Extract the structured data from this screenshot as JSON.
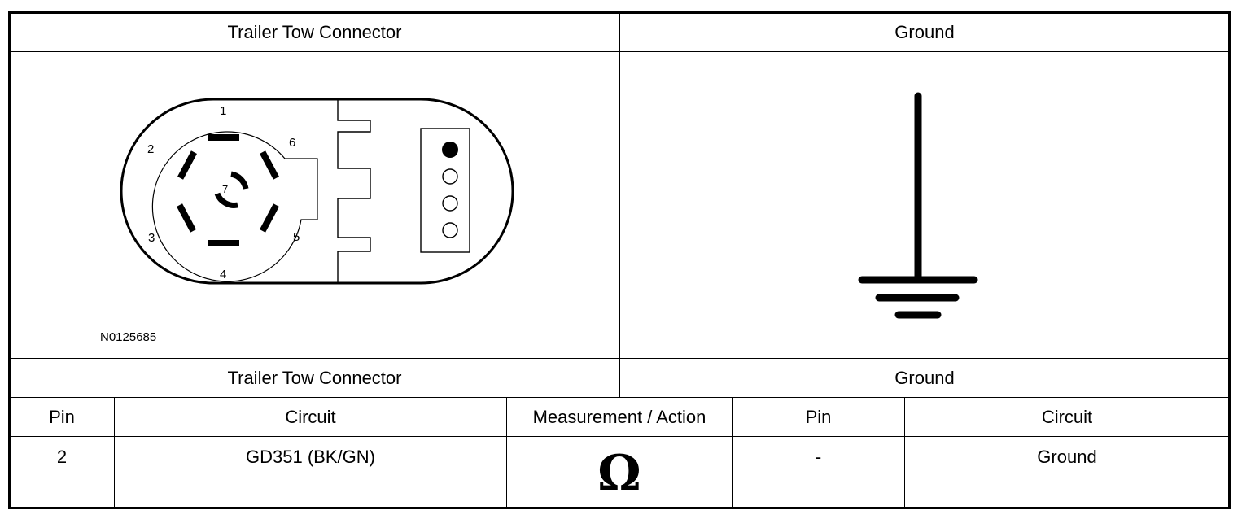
{
  "header": {
    "left_title": "Trailer Tow Connector",
    "right_title": "Ground"
  },
  "connector_diagram": {
    "pin_labels": [
      "1",
      "2",
      "3",
      "4",
      "5",
      "6",
      "7"
    ],
    "figure_id": "N0125685"
  },
  "ground_symbol": {
    "icon": "ground-symbol-icon"
  },
  "subheader": {
    "left_title": "Trailer Tow Connector",
    "right_title": "Ground"
  },
  "table": {
    "columns": [
      "Pin",
      "Circuit",
      "Measurement / Action",
      "Pin",
      "Circuit"
    ],
    "rows": [
      {
        "pin_a": "2",
        "circuit_a": "GD351 (BK/GN)",
        "action": "Ω",
        "pin_b": "-",
        "circuit_b": "Ground"
      }
    ]
  }
}
